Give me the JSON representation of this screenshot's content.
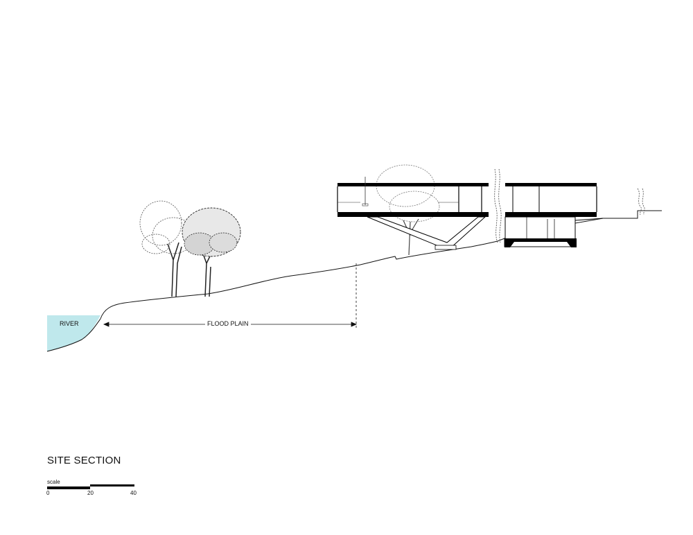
{
  "drawing": {
    "title": "SITE SECTION",
    "labels": {
      "river": "RIVER",
      "flood_plain": "FLOOD PLAIN"
    },
    "scale": {
      "label": "scale",
      "ticks": [
        "0",
        "20",
        "40"
      ]
    },
    "colors": {
      "line": "#111111",
      "water": "#bfe8ec",
      "structure": "#000000",
      "foliage": "#333333"
    },
    "icons": [
      "tree-icon",
      "shrub-icon",
      "vine-icon"
    ]
  }
}
